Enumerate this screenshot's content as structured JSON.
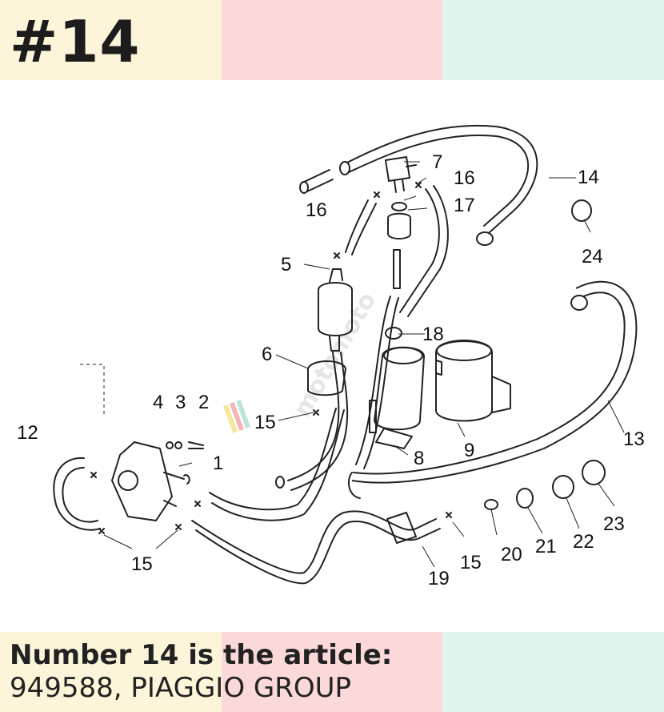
{
  "badge": {
    "text": "#14"
  },
  "caption": {
    "line1": "Number 14 is the article:",
    "line2": "949588, PIAGGIO GROUP"
  },
  "diagram": {
    "callouts": [
      "1",
      "2",
      "3",
      "4",
      "5",
      "6",
      "7",
      "8",
      "9",
      "12",
      "13",
      "14",
      "15",
      "15",
      "15",
      "15",
      "16",
      "16",
      "17",
      "18",
      "19",
      "20",
      "21",
      "22",
      "23",
      "24"
    ]
  },
  "watermark": {
    "text": "motomoto"
  },
  "colors": {
    "band_yellow": "#fdf5d9",
    "band_pink": "#fbd9d8",
    "band_mint": "#e1f3ed",
    "text": "#222222"
  }
}
